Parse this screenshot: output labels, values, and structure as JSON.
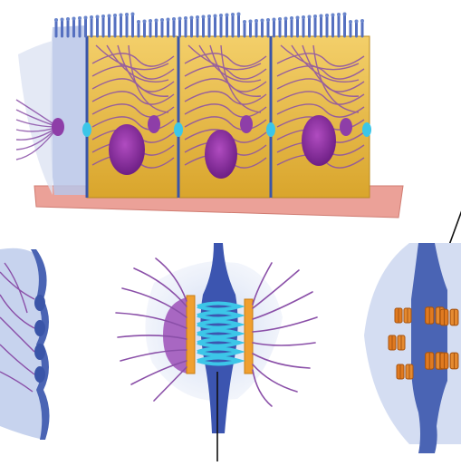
{
  "figure": {
    "labels": [],
    "panels": [
      {
        "id": "epithelium",
        "cell_count": 3
      },
      {
        "id": "desmosome-detail"
      },
      {
        "id": "gap-junction-detail"
      },
      {
        "id": "tight-junction-detail"
      }
    ],
    "colors": {
      "cytoplasm": "#e8b83a",
      "nucleus": "#8a2d9a",
      "filament": "#8a4fa8",
      "membrane": "#3a55a8",
      "basement": "#e9a097",
      "junction_cyan": "#3cc6e8",
      "plaque_orange": "#f0a030",
      "channel_orange": "#e07a20"
    }
  }
}
